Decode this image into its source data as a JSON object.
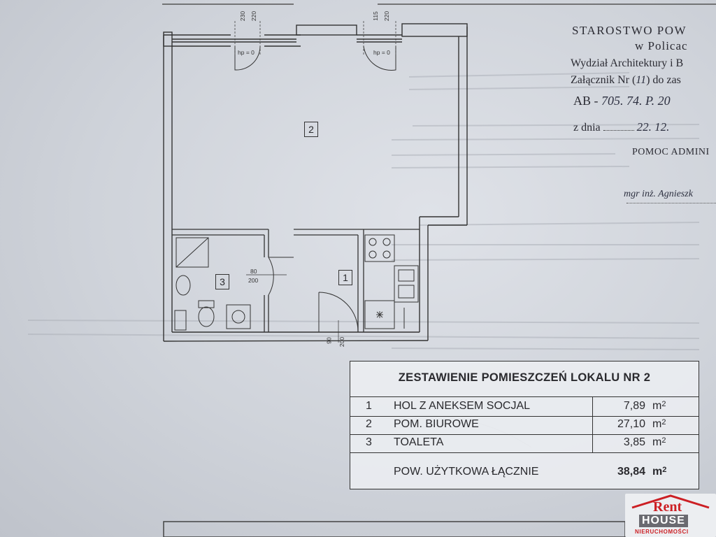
{
  "stamp": {
    "line1": "STAROSTWO POW",
    "line2": "w Policac",
    "line3": "Wydział Architektury i B",
    "line4_prefix": "Załącznik Nr (",
    "line4_hand": "11",
    "line4_suffix": ") do zas",
    "line5_prefix": "AB -",
    "line5_hand": "705. 74. P. 20",
    "line6_prefix": "z dnia",
    "line6_hand": "22. 12.",
    "line7": "POMOC ADMINI",
    "line8": "mgr inż. Agnieszk"
  },
  "plan": {
    "dims_top": [
      "230",
      "220",
      "115",
      "220"
    ],
    "hp_labels": [
      "hp = 0",
      "hp = 0"
    ],
    "room_labels": [
      "2",
      "3",
      "1"
    ],
    "door3_dim_top": "80",
    "door3_dim_bottom": "200",
    "door1_dim_left": "90",
    "door1_dim_right": "200"
  },
  "table": {
    "title": "ZESTAWIENIE POMIESZCZEŃ LOKALU NR 2",
    "rows": [
      {
        "num": "1",
        "name": "HOL Z ANEKSEM SOCJAL",
        "area": "7,89",
        "unit": "m",
        "exp": "2"
      },
      {
        "num": "2",
        "name": "POM. BIUROWE",
        "area": "27,10",
        "unit": "m",
        "exp": "2"
      },
      {
        "num": "3",
        "name": "TOALETA",
        "area": "3,85",
        "unit": "m",
        "exp": "2"
      }
    ],
    "total_label": "POW. UŻYTKOWA ŁĄCZNIE",
    "total_area": "38,84",
    "total_unit": "m",
    "total_exp": "2"
  },
  "logo": {
    "rent": "Rent",
    "house": "HOUSE",
    "tagline": "NIERUCHOMOŚCI"
  },
  "colors": {
    "paper": "#d6d9df",
    "ink": "#2a2a2e",
    "logo_red": "#cc1f24"
  }
}
